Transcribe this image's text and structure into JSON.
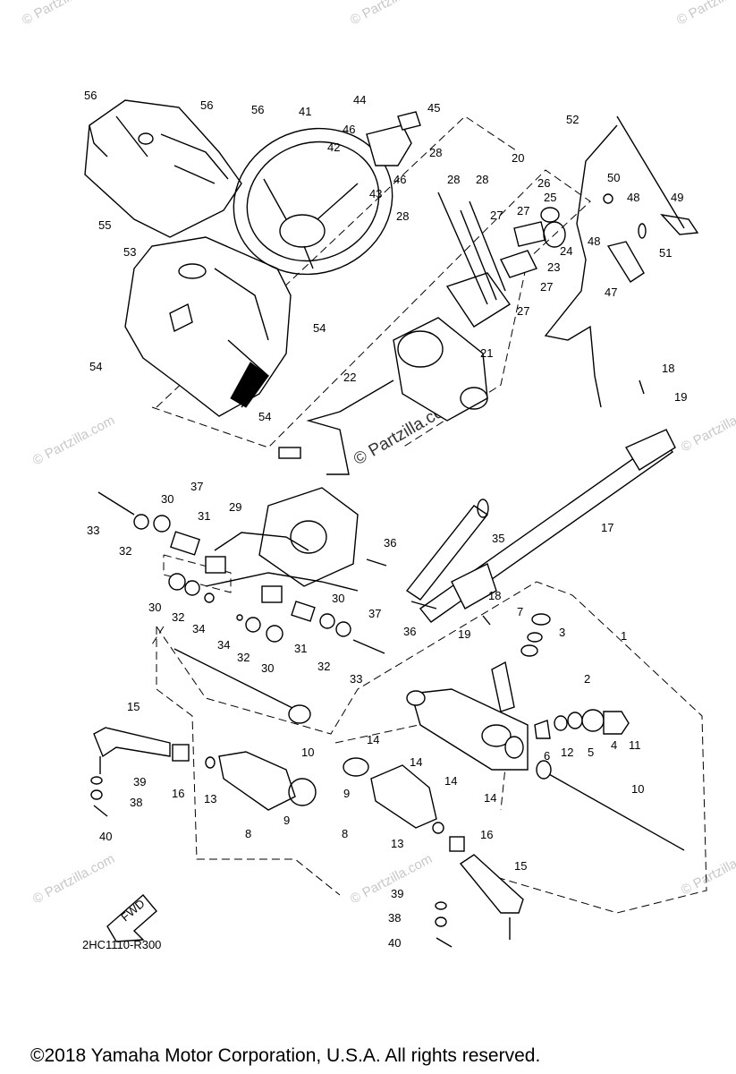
{
  "diagram": {
    "drawing_code": "2HC1110-R300",
    "fwd_label": "FWD",
    "copyright": "©2018  Yamaha Motor Corporation, U.S.A. All rights reserved.",
    "watermark_text": "© Partzilla.com",
    "watermark_center": "© Partzilla.com",
    "callouts": [
      "56",
      "56",
      "56",
      "41",
      "44",
      "45",
      "46",
      "42",
      "43",
      "46",
      "55",
      "53",
      "54",
      "54",
      "54",
      "20",
      "26",
      "25",
      "28",
      "28",
      "28",
      "28",
      "27",
      "27",
      "23",
      "24",
      "27",
      "27",
      "21",
      "22",
      "52",
      "50",
      "48",
      "49",
      "48",
      "51",
      "47",
      "18",
      "19",
      "37",
      "30",
      "33",
      "32",
      "31",
      "29",
      "36",
      "35",
      "17",
      "30",
      "32",
      "34",
      "30",
      "37",
      "36",
      "19",
      "18",
      "7",
      "3",
      "1",
      "34",
      "32",
      "30",
      "31",
      "32",
      "33",
      "2",
      "15",
      "10",
      "14",
      "14",
      "14",
      "14",
      "6",
      "12",
      "5",
      "4",
      "11",
      "39",
      "16",
      "38",
      "13",
      "9",
      "9",
      "40",
      "8",
      "8",
      "13",
      "16",
      "10",
      "15",
      "39",
      "38",
      "40"
    ]
  },
  "page": {
    "background": "#ffffff"
  }
}
